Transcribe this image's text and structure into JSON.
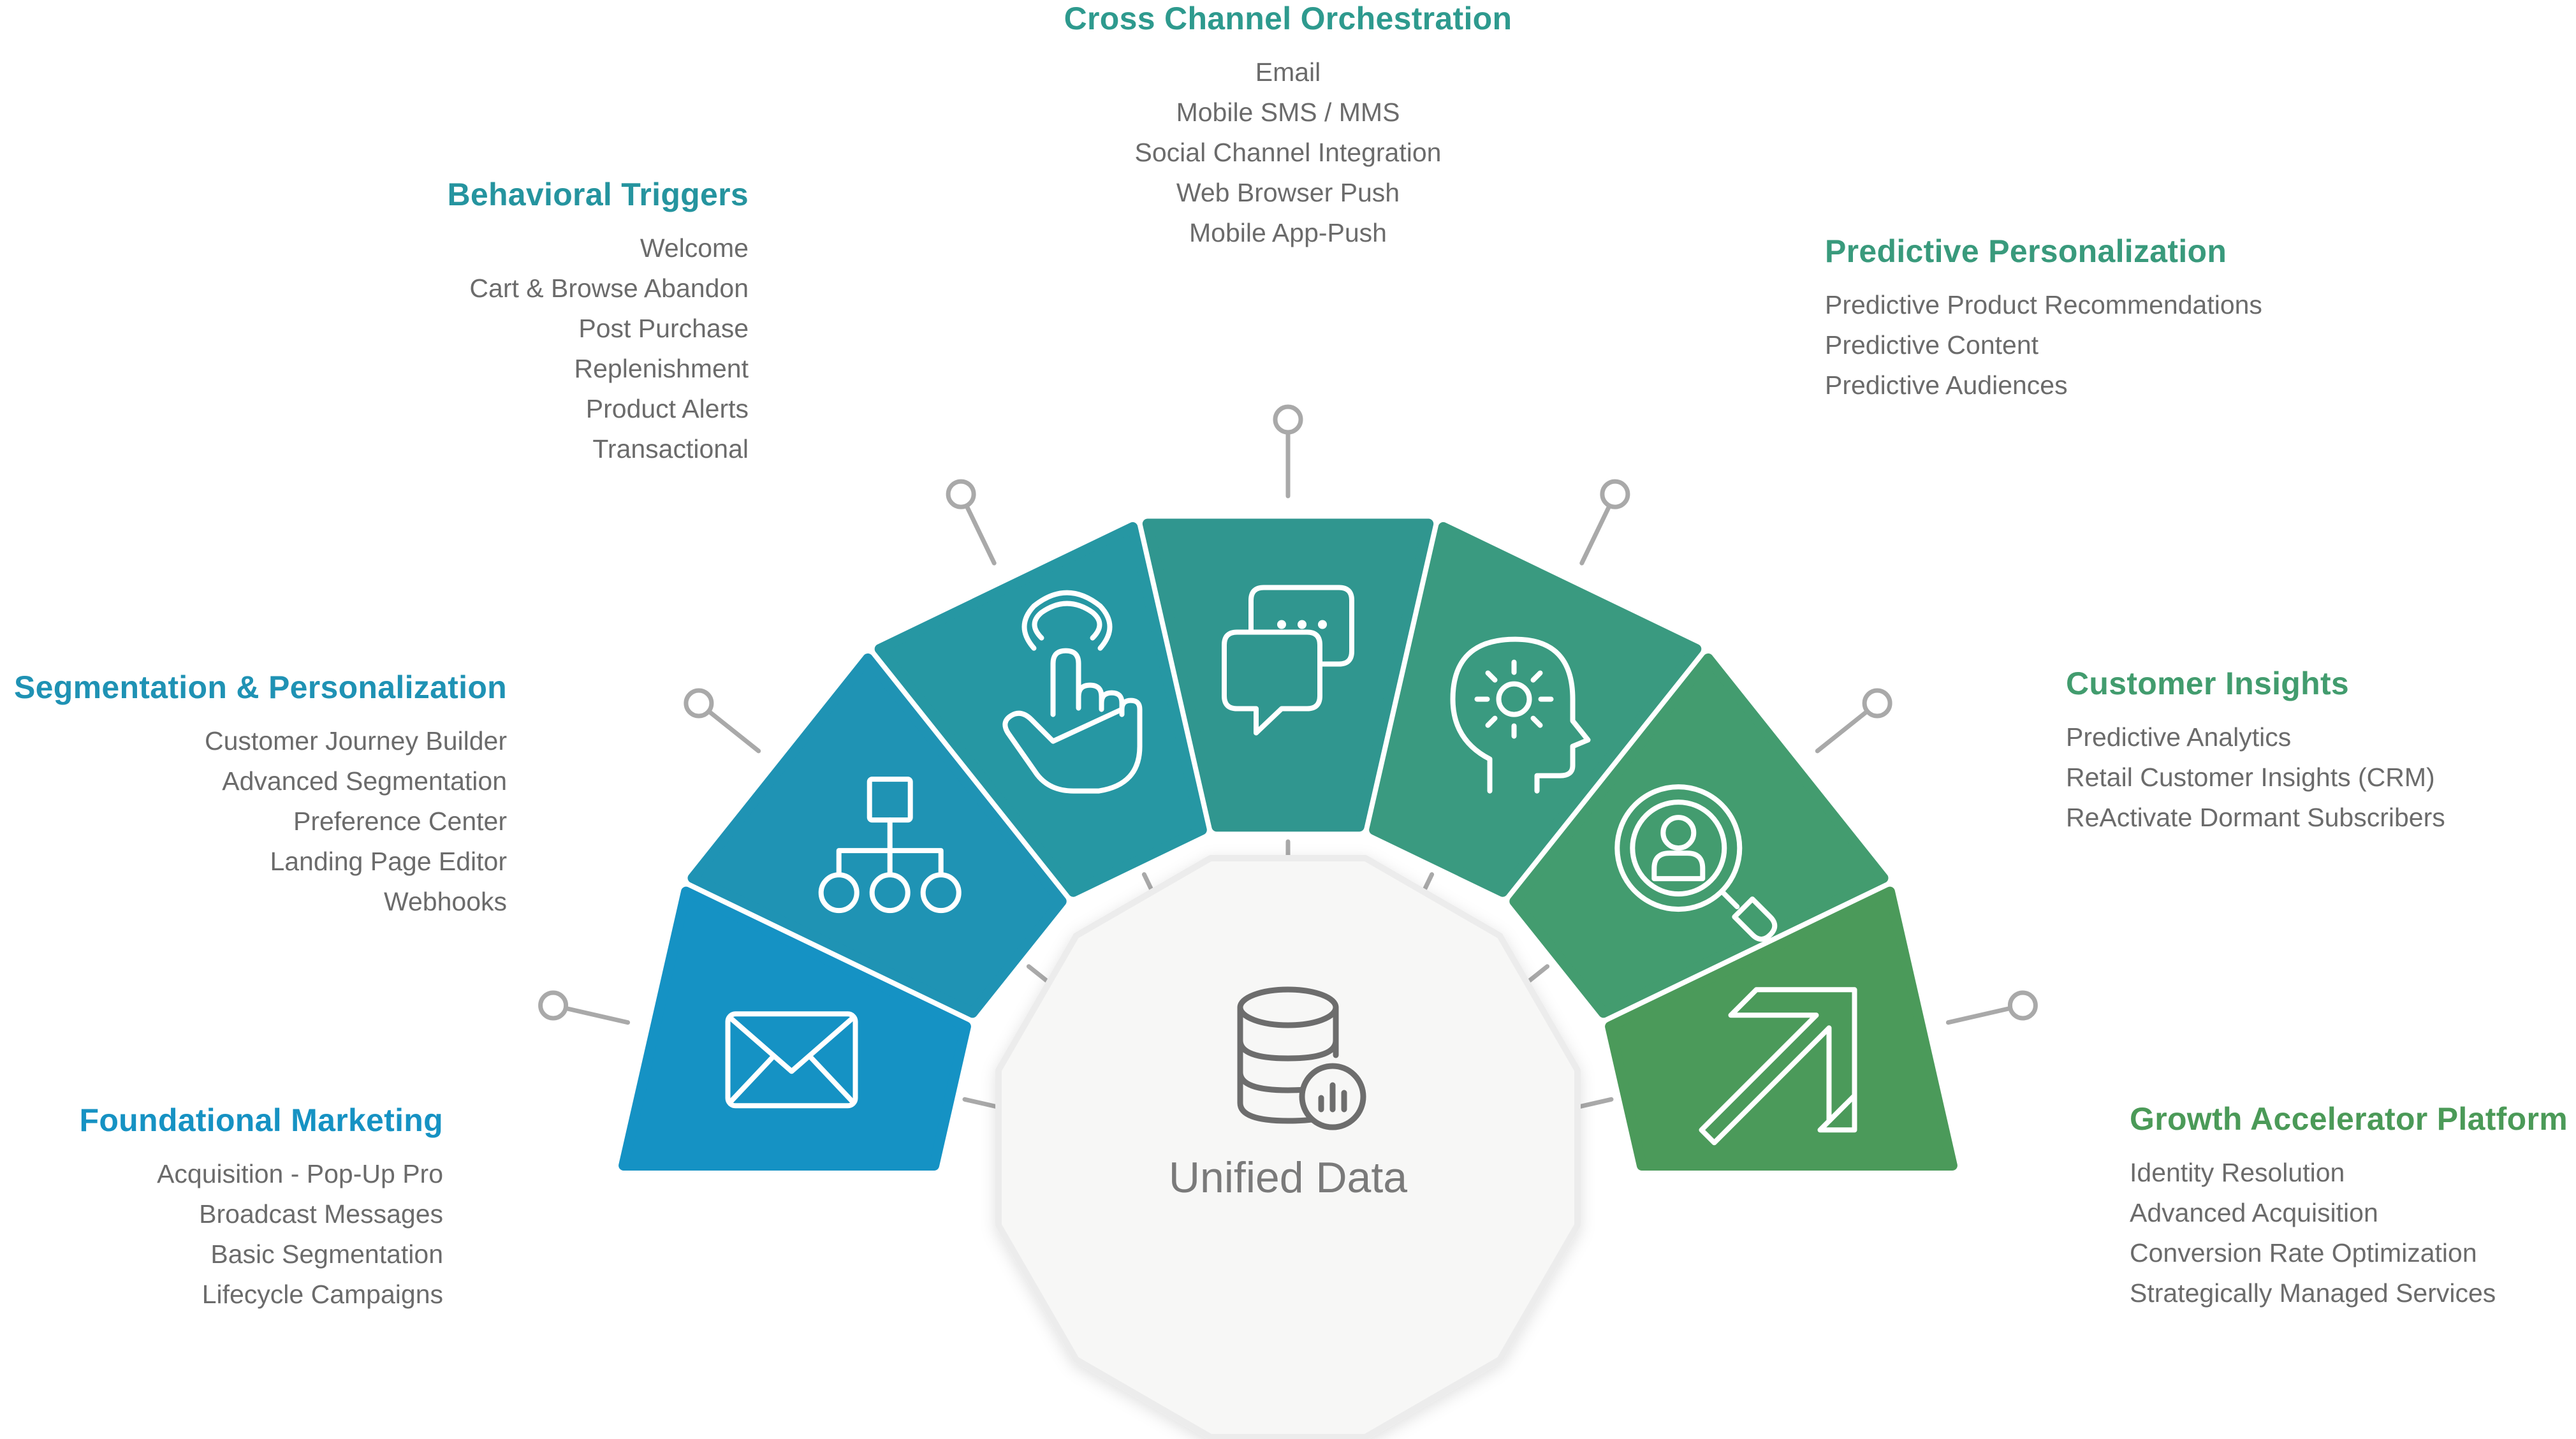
{
  "colors": {
    "background": "#ffffff",
    "connector": "#a9a9a9",
    "item_text": "#6b6b6b",
    "hub_fill": "#f7f7f6",
    "hub_stroke": "#ececec",
    "hub_text": "#7a7a7a",
    "hub_icon": "#6d6d6d",
    "icon_stroke": "#ffffff"
  },
  "hub": {
    "label": "Unified Data",
    "icon": "database-chart-icon"
  },
  "segments": [
    {
      "title": "Foundational Marketing",
      "items": [
        "Acquisition - Pop-Up Pro",
        "Broadcast Messages",
        "Basic Segmentation",
        "Lifecycle Campaigns"
      ],
      "icon": "envelope-icon",
      "fill": "#1592c4",
      "title_color": "#1692c3"
    },
    {
      "title": "Segmentation & Personalization",
      "items": [
        "Customer Journey Builder",
        "Advanced Segmentation",
        "Preference Center",
        "Landing Page Editor",
        "Webhooks"
      ],
      "icon": "org-chart-icon",
      "fill": "#1f93b4",
      "title_color": "#1f92b4"
    },
    {
      "title": "Behavioral Triggers",
      "items": [
        "Welcome",
        "Cart & Browse Abandon",
        "Post Purchase",
        "Replenishment",
        "Product Alerts",
        "Transactional"
      ],
      "icon": "pointer-hand-icon",
      "fill": "#2697a3",
      "title_color": "#25949f"
    },
    {
      "title": "Cross Channel Orchestration",
      "items": [
        "Email",
        "Mobile SMS / MMS",
        "Social Channel Integration",
        "Web Browser Push",
        "Mobile App-Push"
      ],
      "icon": "chat-bubbles-icon",
      "fill": "#30968f",
      "title_color": "#2e9a8e"
    },
    {
      "title": "Predictive Personalization",
      "items": [
        "Predictive Product Recommendations",
        "Predictive Content",
        "Predictive Audiences"
      ],
      "icon": "head-gear-icon",
      "fill": "#3a9a80",
      "title_color": "#399a7c"
    },
    {
      "title": "Customer Insights",
      "items": [
        "Predictive Analytics",
        "Retail Customer Insights (CRM)",
        "ReActivate Dormant Subscribers"
      ],
      "icon": "magnifier-user-icon",
      "fill": "#439c6f",
      "title_color": "#429c6e"
    },
    {
      "title": "Growth Accelerator Platform",
      "items": [
        "Identity Resolution",
        "Advanced Acquisition",
        "Conversion Rate Optimization",
        "Strategically Managed Services"
      ],
      "icon": "growth-arrow-icon",
      "fill": "#4b9a5a",
      "title_color": "#4b9a58"
    }
  ]
}
